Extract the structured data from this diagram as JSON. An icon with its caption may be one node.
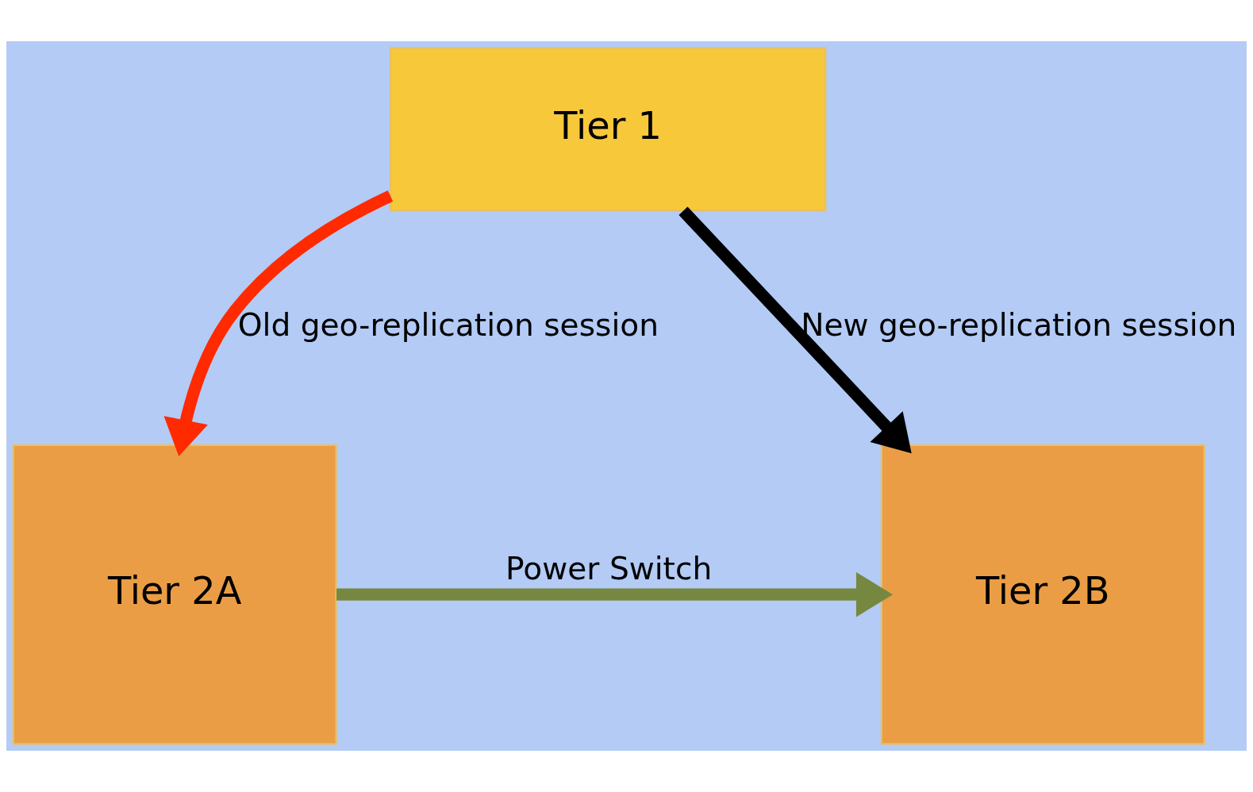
{
  "diagram": {
    "nodes": [
      {
        "text": [
          "Tier 1"
        ]
      },
      {
        "text": [
          "Tier 2A"
        ]
      },
      {
        "text": [
          "Tier 2B"
        ]
      }
    ],
    "edges": [
      {
        "from": 0,
        "to": 1,
        "arrow": "to",
        "label": "Old geo-replication session",
        "color": "#ff2a00"
      },
      {
        "from": 0,
        "to": 2,
        "arrow": "to",
        "label": "New geo-replication session",
        "color": "#000000"
      },
      {
        "from": 1,
        "to": 2,
        "arrow": "to",
        "label": "Power Switch",
        "color": "#76883f"
      }
    ]
  }
}
